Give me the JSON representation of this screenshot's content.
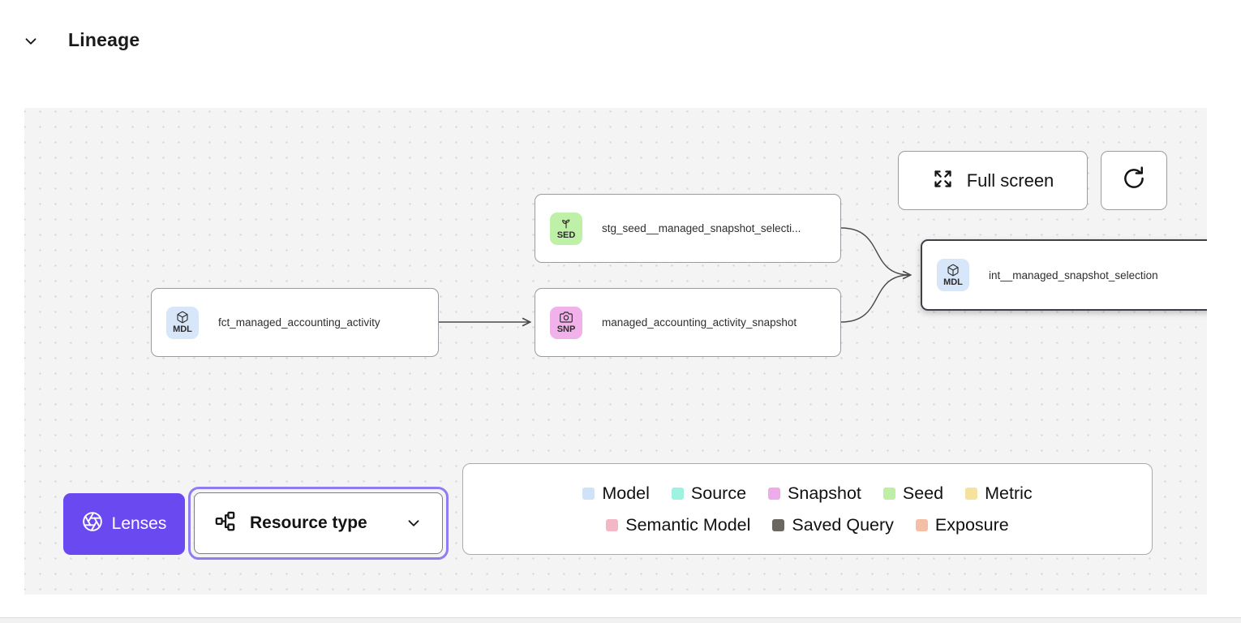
{
  "header": {
    "title": "Lineage",
    "collapse_icon": "chevron-down-icon"
  },
  "colors": {
    "accent-purple": "#6a4af0",
    "focus-ring": "#8f7bf2",
    "canvas-bg": "#f4f4f4",
    "canvas-dot": "#d2d2d2",
    "node-border": "#9a9aa0",
    "selected-node-border": "#3f3f46",
    "edge": "#4a4a4a",
    "badge-model-bg": "#d8e6fa",
    "badge-seed-bg": "#bff0a8",
    "badge-snapshot-bg": "#f1b2ec"
  },
  "canvas": {
    "toolbar": {
      "full_screen_label": "Full screen",
      "full_screen_icon": "expand-arrows-icon",
      "refresh_icon": "refresh-icon"
    },
    "nodes": [
      {
        "badge": "SED",
        "icon": "seed-icon",
        "label": "stg_seed__managed_snapshot_selecti...",
        "type": "seed",
        "selected": false
      },
      {
        "badge": "MDL",
        "icon": "cube-icon",
        "label": "fct_managed_accounting_activity",
        "type": "model",
        "selected": false
      },
      {
        "badge": "SNP",
        "icon": "camera-icon",
        "label": "managed_accounting_activity_snapshot",
        "type": "snapshot",
        "selected": false
      },
      {
        "badge": "MDL",
        "icon": "cube-icon",
        "label": "int__managed_snapshot_selection",
        "type": "model",
        "selected": true
      }
    ],
    "lenses": {
      "label": "Lenses",
      "icon": "aperture-icon"
    },
    "resource_type": {
      "label": "Resource type",
      "icon": "hierarchy-icon",
      "chevron": "chevron-down-icon"
    },
    "legend": {
      "items": [
        {
          "label": "Model",
          "color": "#cfe2f8"
        },
        {
          "label": "Source",
          "color": "#9ef2e0"
        },
        {
          "label": "Snapshot",
          "color": "#efaae9"
        },
        {
          "label": "Seed",
          "color": "#bdf0a4"
        },
        {
          "label": "Metric",
          "color": "#f5e29e"
        },
        {
          "label": "Semantic Model",
          "color": "#f3b7c6"
        },
        {
          "label": "Saved Query",
          "color": "#6a6660"
        },
        {
          "label": "Exposure",
          "color": "#f4bfa4"
        }
      ]
    }
  }
}
